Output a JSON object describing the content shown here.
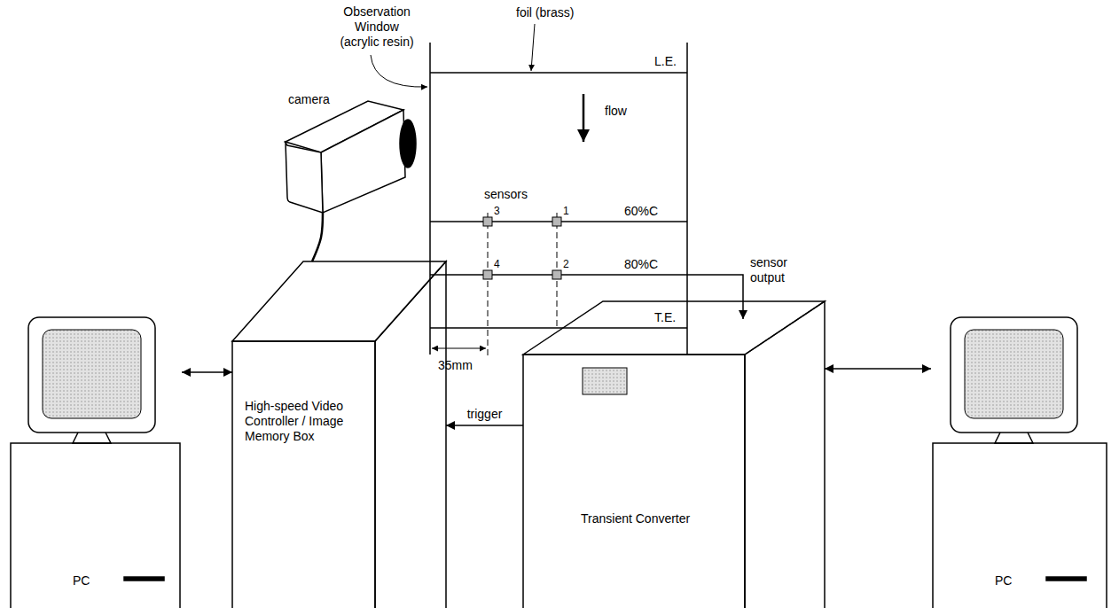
{
  "diagram": {
    "nodes": [
      {
        "text": [
          "camera"
        ]
      },
      {
        "text": [
          "PC"
        ]
      },
      {
        "text": [
          "High-speed Video Controller / Image Memory Box"
        ]
      },
      {
        "text": [
          "Transient Converter"
        ]
      },
      {
        "text": [
          "PC"
        ]
      }
    ],
    "edges": [
      {
        "from": 0,
        "to": 2,
        "arrow": "none"
      },
      {
        "from": 1,
        "to": 2,
        "arrow": "both"
      },
      {
        "from": 3,
        "to": 2,
        "label": "trigger",
        "arrow": "to"
      },
      {
        "from": 3,
        "to": 4,
        "arrow": "both"
      }
    ],
    "labels": [
      "Observation Window (acrylic resin)",
      "foil (brass)",
      "L.E.",
      "flow",
      "sensors",
      "3",
      "1",
      "60%C",
      "4",
      "2",
      "80%C",
      "T.E.",
      "35mm",
      "sensor output"
    ]
  }
}
